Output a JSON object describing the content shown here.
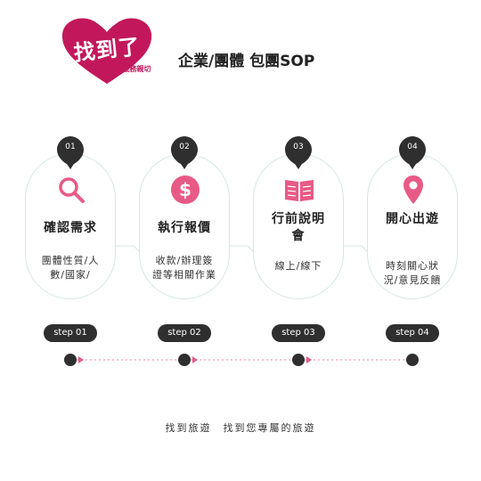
{
  "logo": {
    "main": "找到了",
    "sub": "高CP值·服務親切",
    "color": "#c2185b"
  },
  "title": "企業/團體 包團SOP",
  "accent_color": "#e85a86",
  "steps": [
    {
      "number": "01",
      "icon": "search-icon",
      "title": "確認需求",
      "desc": "團體性質/人數/國家/",
      "pill": "step 01"
    },
    {
      "number": "02",
      "icon": "dollar-icon",
      "title": "執行報價",
      "desc": "收款/辦理簽證等相關作業",
      "pill": "step 02"
    },
    {
      "number": "03",
      "icon": "book-icon",
      "title": "行前說明會",
      "desc": "線上/線下",
      "pill": "step 03"
    },
    {
      "number": "04",
      "icon": "location-pin-icon",
      "title": "開心出遊",
      "desc": "時刻關心狀況/意見反饋",
      "pill": "step 04"
    }
  ],
  "footer": "找到旅遊　找到您專屬的旅遊"
}
